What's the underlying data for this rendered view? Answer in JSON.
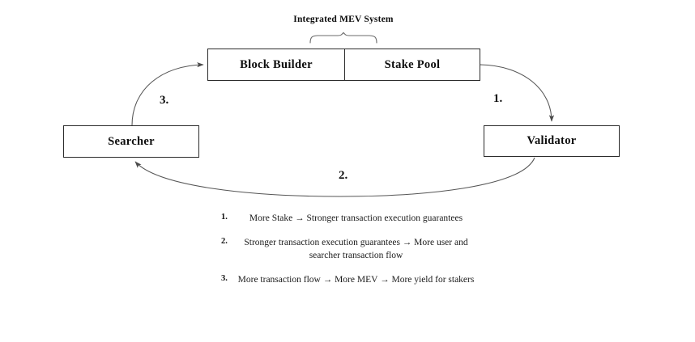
{
  "diagram": {
    "title": "Integrated MEV System",
    "nodes": {
      "block_builder": "Block Builder",
      "stake_pool": "Stake Pool",
      "searcher": "Searcher",
      "validator": "Validator"
    },
    "edge_labels": {
      "one": "1.",
      "two": "2.",
      "three": "3."
    },
    "colors": {
      "stroke": "#2b2b2b",
      "edge": "#555555",
      "text": "#0d0d0d",
      "background": "#ffffff"
    }
  },
  "legend": {
    "items": [
      {
        "marker": "1.",
        "text": "More Stake → Stronger transaction execution guarantees"
      },
      {
        "marker": "2.",
        "text": "Stronger transaction execution guarantees → More user and searcher transaction flow"
      },
      {
        "marker": "3.",
        "text": "More transaction flow → More MEV → More yield for stakers"
      }
    ]
  }
}
